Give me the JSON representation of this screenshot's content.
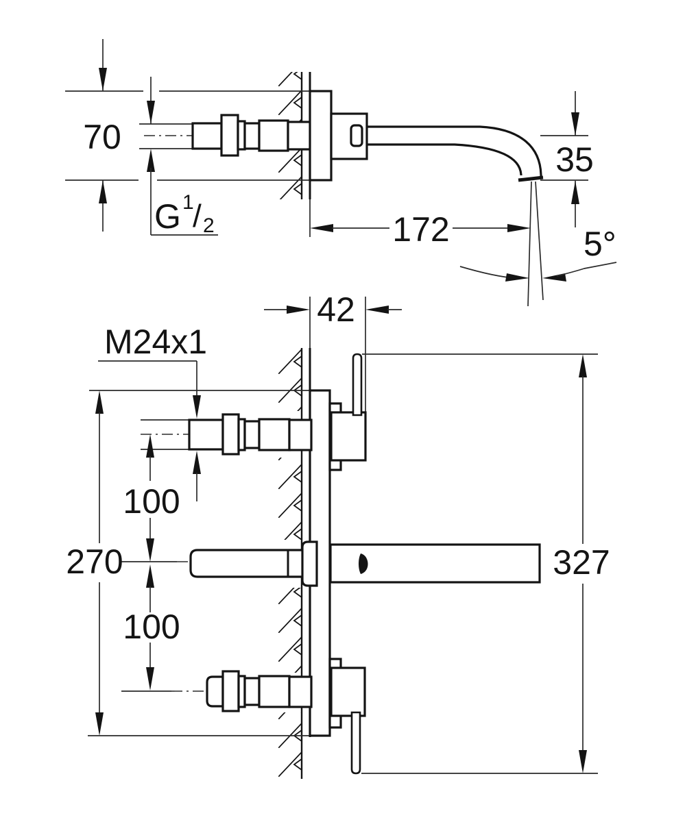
{
  "drawing": {
    "type": "technical dimension drawing, wall-mounted 3-hole basin mixer",
    "background": "#ffffff",
    "line_color": "#141414",
    "labels": {
      "dim70": "70",
      "g_prefix": "G",
      "g_num": "1",
      "g_slash": "/",
      "g_den": "2",
      "dim35": "35",
      "dim172": "172",
      "angle5": "5°",
      "dim42": "42",
      "thread": "M24x1",
      "dim100_upper": "100",
      "dim270": "270",
      "dim100_lower": "100",
      "dim327": "327"
    }
  }
}
